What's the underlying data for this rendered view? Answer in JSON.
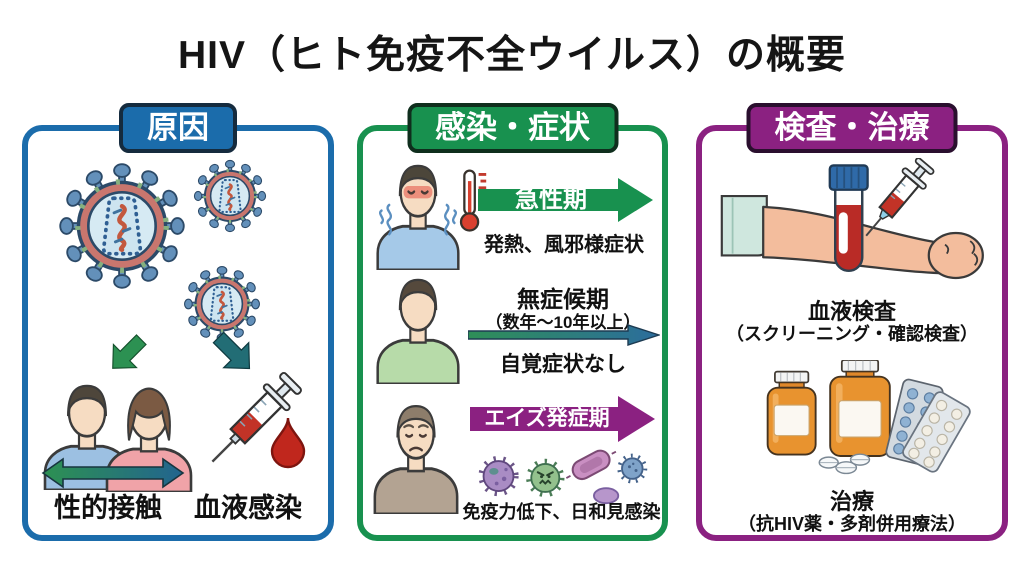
{
  "title": "HIV（ヒト免疫不全ウイルス）の概要",
  "panels": {
    "cause": {
      "label": "原因",
      "accent_color": "#1b6cab",
      "items": {
        "sexual_contact": "性的接触",
        "blood_infection": "血液感染"
      }
    },
    "infection": {
      "label": "感染・症状",
      "accent_color": "#18914f",
      "stages": [
        {
          "phase": "急性期",
          "desc": "発熱、風邪様症状",
          "arrow_color": "#18914f"
        },
        {
          "phase": "無症候期",
          "duration": "（数年～10年以上）",
          "desc": "自覚症状なし",
          "arrow_color": "#2e8f57 to #2c6d9d"
        },
        {
          "phase": "エイズ発症期",
          "desc": "免疫力低下、日和見感染",
          "arrow_color": "#8b2181"
        }
      ]
    },
    "testing": {
      "label": "検査・治療",
      "accent_color": "#8b2181",
      "blood_test": {
        "title": "血液検査",
        "subtitle": "（スクリーニング・確認検査）"
      },
      "treatment": {
        "title": "治療",
        "subtitle": "（抗HIV薬・多剤併用療法）"
      }
    }
  },
  "icons": {
    "hiv-virus-icon": "HIV virion with spikes and RNA",
    "transmission-arrow-icon": "downward route arrow",
    "couple-icon": "man and woman with two-way arrow",
    "syringe-icon": "syringe with blood drop",
    "fever-person-icon": "person with fever and chills",
    "thermometer-icon": "thermometer",
    "healthy-person-icon": "person without symptoms",
    "aids-patient-icon": "distressed person",
    "germs-icon": "opportunistic pathogens",
    "blood-test-icon": "arm with blood tube and syringe",
    "medicines-icon": "pill bottles and blister packs"
  }
}
